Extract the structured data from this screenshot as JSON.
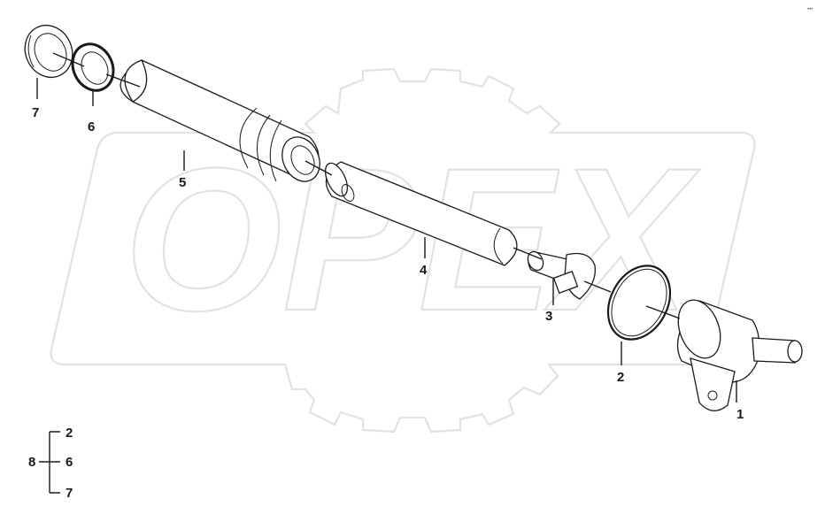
{
  "watermark": {
    "text": "OPEX"
  },
  "corner_mark": "•••",
  "callouts": [
    {
      "id": "1",
      "label": "1"
    },
    {
      "id": "2",
      "label": "2"
    },
    {
      "id": "3",
      "label": "3"
    },
    {
      "id": "4",
      "label": "4"
    },
    {
      "id": "5",
      "label": "5"
    },
    {
      "id": "6",
      "label": "6"
    },
    {
      "id": "7",
      "label": "7"
    }
  ],
  "kit_legend": {
    "kit": "8",
    "items": [
      "2",
      "6",
      "7"
    ]
  }
}
